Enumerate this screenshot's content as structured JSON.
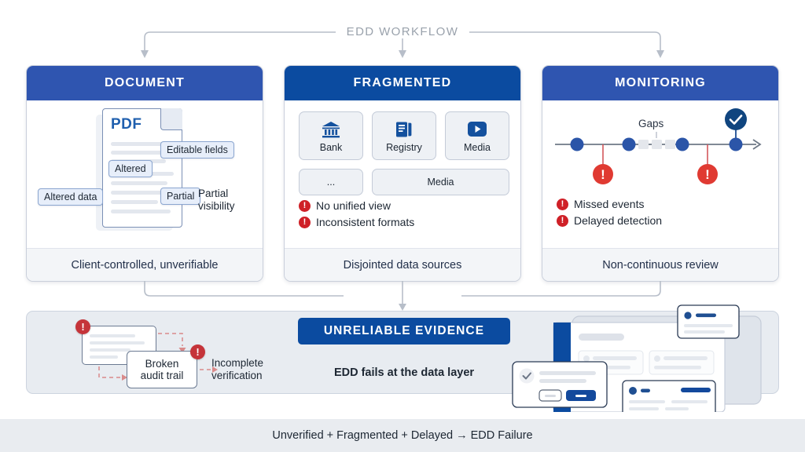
{
  "workflow": {
    "title": "EDD WORKFLOW"
  },
  "cards": [
    {
      "id": "document",
      "title": "DOCUMENT",
      "header_color": "#2f55b0",
      "footer": "Client-controlled, unverifiable",
      "doc": {
        "file_label": "PDF",
        "tags": [
          "Editable fields",
          "Altered",
          "Altered data",
          "Partial"
        ],
        "notes": [
          "Partial",
          "visibility"
        ]
      }
    },
    {
      "id": "fragmented",
      "title": "FRAGMENTED",
      "header_color": "#0b4ba0",
      "footer": "Disjointed data sources",
      "tiles": [
        {
          "label": "Bank",
          "icon": "bank-icon"
        },
        {
          "label": "Registry",
          "icon": "registry-icon"
        },
        {
          "label": "Media",
          "icon": "media-play-icon"
        },
        {
          "label": "...",
          "icon": "ellipsis-icon"
        },
        {
          "label": "Media",
          "icon": "none"
        }
      ],
      "issues": [
        "No unified view",
        "Inconsistent formats"
      ]
    },
    {
      "id": "monitoring",
      "title": "MONITORING",
      "header_color": "#2f55b0",
      "footer": "Non-continuous review",
      "timeline": {
        "gap_label": "Gaps",
        "nodes": 5,
        "alerts": 2,
        "check": true
      },
      "issues": [
        "Missed events",
        "Delayed detection"
      ]
    }
  ],
  "bottom": {
    "banner": "UNRELIABLE EVIDENCE",
    "subtitle": "EDD fails at the data layer",
    "audit_box": "Broken\naudit trail",
    "audit_box_line1": "Broken",
    "audit_box_line2": "audit trail",
    "incomplete_line1": "Incomplete",
    "incomplete_line2": "verification"
  },
  "footer": {
    "text": "Unverified + Fragmented + Delayed → EDD Failure"
  },
  "colors": {
    "blue_primary": "#0b4ba0",
    "blue_medium": "#2f55b0",
    "red_alert": "#cf2027",
    "red_soft": "#c5343a",
    "panel_bg": "#e8ecf1",
    "footer_bg": "#e9ecf0",
    "connector": "#b7bec9"
  }
}
